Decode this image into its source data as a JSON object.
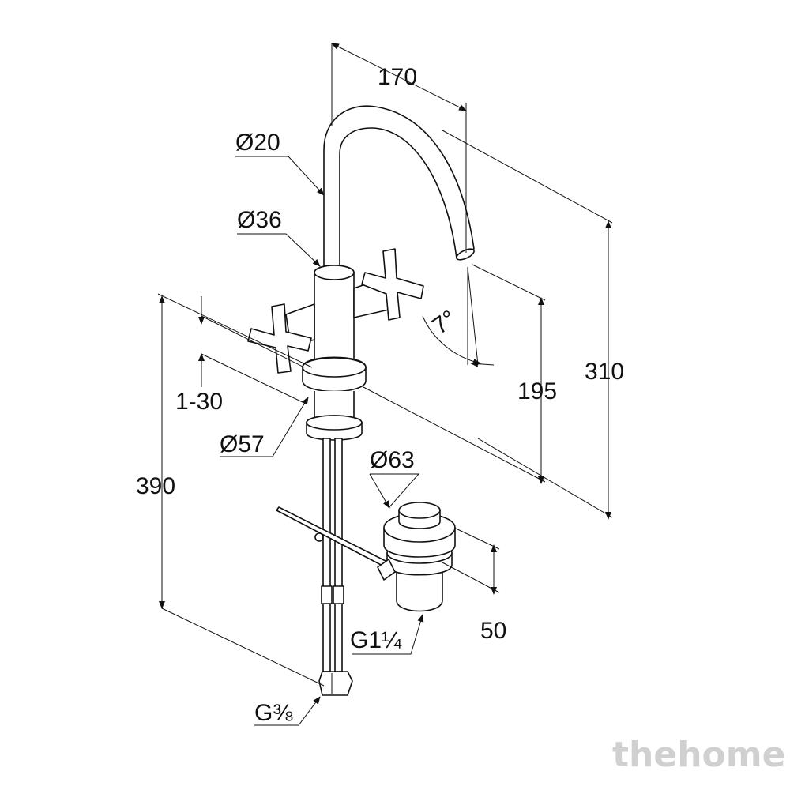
{
  "labels": {
    "width_170": "170",
    "dia_20": "Ø20",
    "dia_36": "Ø36",
    "angle_7": "7°",
    "height_195": "195",
    "height_310": "310",
    "range_1_30": "1-30",
    "dia_57": "Ø57",
    "height_390": "390",
    "dia_63": "Ø63",
    "height_50": "50",
    "thread_g114": "G1¼",
    "thread_g38": "G⅜"
  },
  "watermark": "thehome",
  "colors": {
    "line": "#111111",
    "watermark": "#d0d0d0",
    "background": "#ffffff"
  }
}
